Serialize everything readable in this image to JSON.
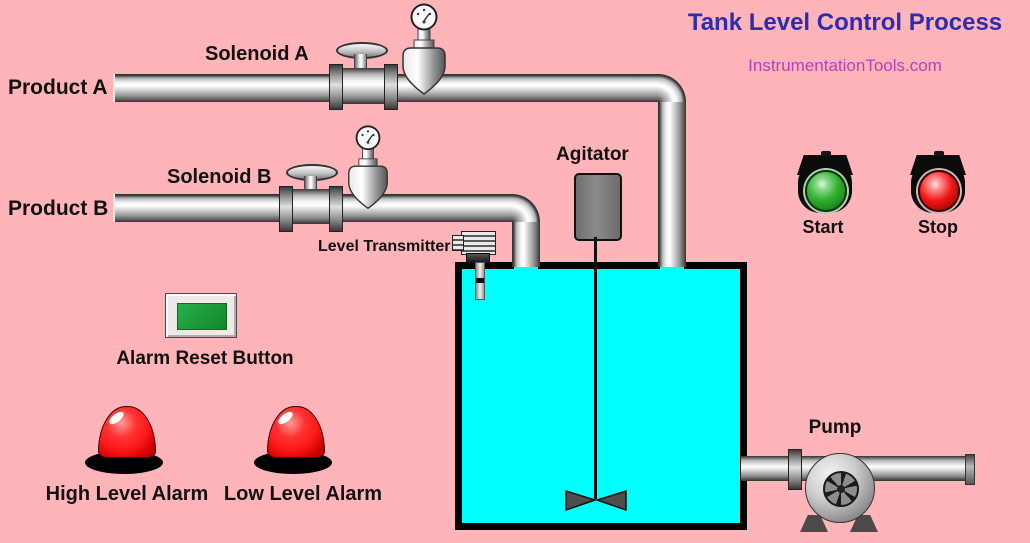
{
  "header": {
    "title": "Tank Level Control Process",
    "subtitle": "InstrumentationTools.com"
  },
  "labels": {
    "product_a": "Product A",
    "solenoid_a": "Solenoid A",
    "product_b": "Product B",
    "solenoid_b": "Solenoid B",
    "level_transmitter": "Level Transmitter",
    "agitator": "Agitator",
    "alarm_reset": "Alarm Reset Button",
    "high_alarm": "High Level Alarm",
    "low_alarm": "Low Level Alarm",
    "start": "Start",
    "stop": "Stop",
    "pump": "Pump"
  },
  "colors": {
    "background": "#ffb4ba",
    "title": "#2d2dae",
    "subtitle": "#bb3fbb",
    "tank_fill": "#00ffff",
    "start_green": "#2fae2f",
    "stop_red": "#ee1515",
    "alarm_red": "#ff1a1a",
    "reset_green": "#1aa133",
    "pipe_metal": "#d0d0d0"
  }
}
